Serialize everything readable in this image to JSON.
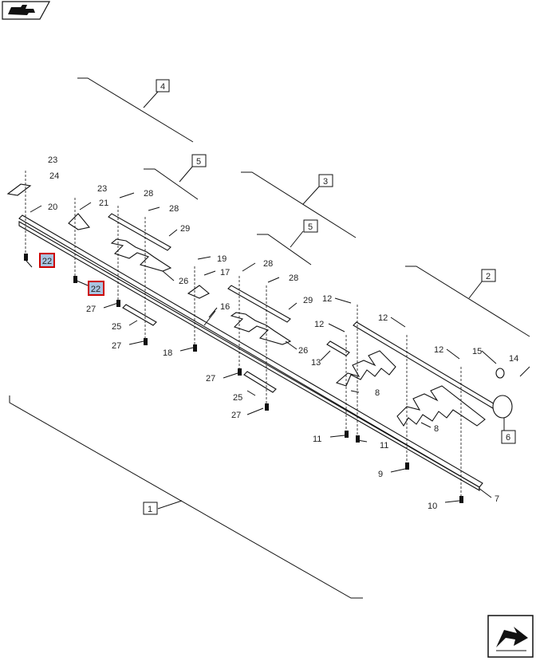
{
  "nav": {
    "top_icon": "sickle-section-icon",
    "bottom_icon": "next-page-arrow-icon"
  },
  "colors": {
    "highlight_border": "#cc0000",
    "highlight_fill": "#a9c3e0",
    "ink": "#111111"
  },
  "callouts": {
    "c1": "1",
    "c2": "2",
    "c3": "3",
    "c4": "4",
    "c5a": "5",
    "c5b": "5",
    "c6": "6",
    "c7": "7",
    "c8a": "8",
    "c8b": "8",
    "c9": "9",
    "c10": "10",
    "c11a": "11",
    "c11b": "11",
    "c12a": "12",
    "c12b": "12",
    "c12c": "12",
    "c12d": "12",
    "c13": "13",
    "c14": "14",
    "c15": "15",
    "c16": "16",
    "c17": "17",
    "c18": "18",
    "c19": "19",
    "c20": "20",
    "c21": "21",
    "c22a": "22",
    "c22b": "22",
    "c23a": "23",
    "c23b": "23",
    "c24": "24",
    "c25a": "25",
    "c25b": "25",
    "c26a": "26",
    "c26b": "26",
    "c27a": "27",
    "c27b": "27",
    "c27c": "27",
    "c27d": "27",
    "c28a": "28",
    "c28b": "28",
    "c28c": "28",
    "c28d": "28",
    "c29a": "29",
    "c29b": "29"
  }
}
